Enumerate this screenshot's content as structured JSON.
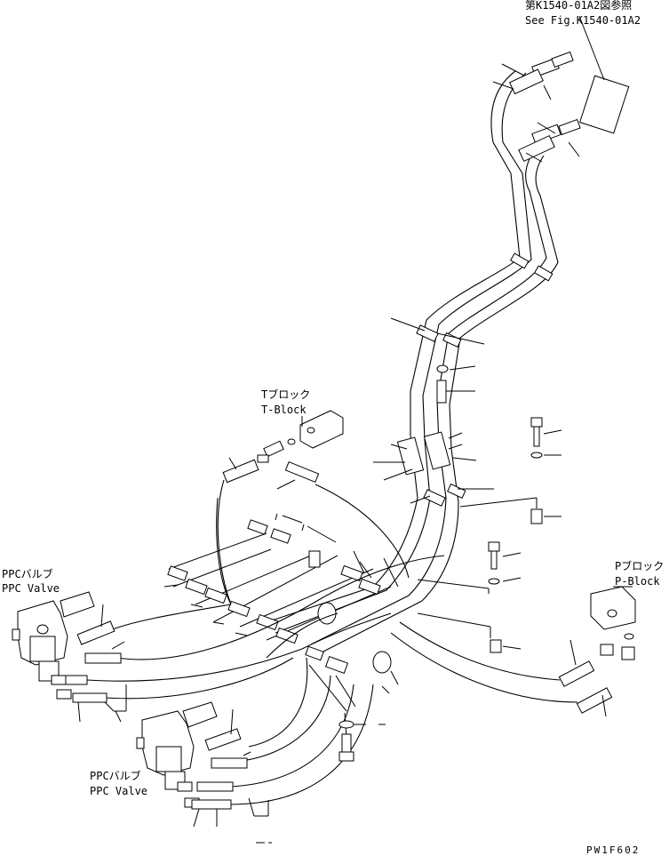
{
  "references": {
    "ref_jp": "第K1540-01A2図参照",
    "ref_en": "See Fig.K1540-01A2"
  },
  "t_block": {
    "jp": "Tブロック",
    "en": "T-Block"
  },
  "p_block": {
    "jp": "Pブロック",
    "en": "P-Block"
  },
  "ppc_valve_left": {
    "jp": "PPCバルブ",
    "en": "PPC Valve"
  },
  "ppc_valve_bottom": {
    "jp": "PPCバルブ",
    "en": "PPC Valve"
  },
  "figure_code": "PW1F602"
}
